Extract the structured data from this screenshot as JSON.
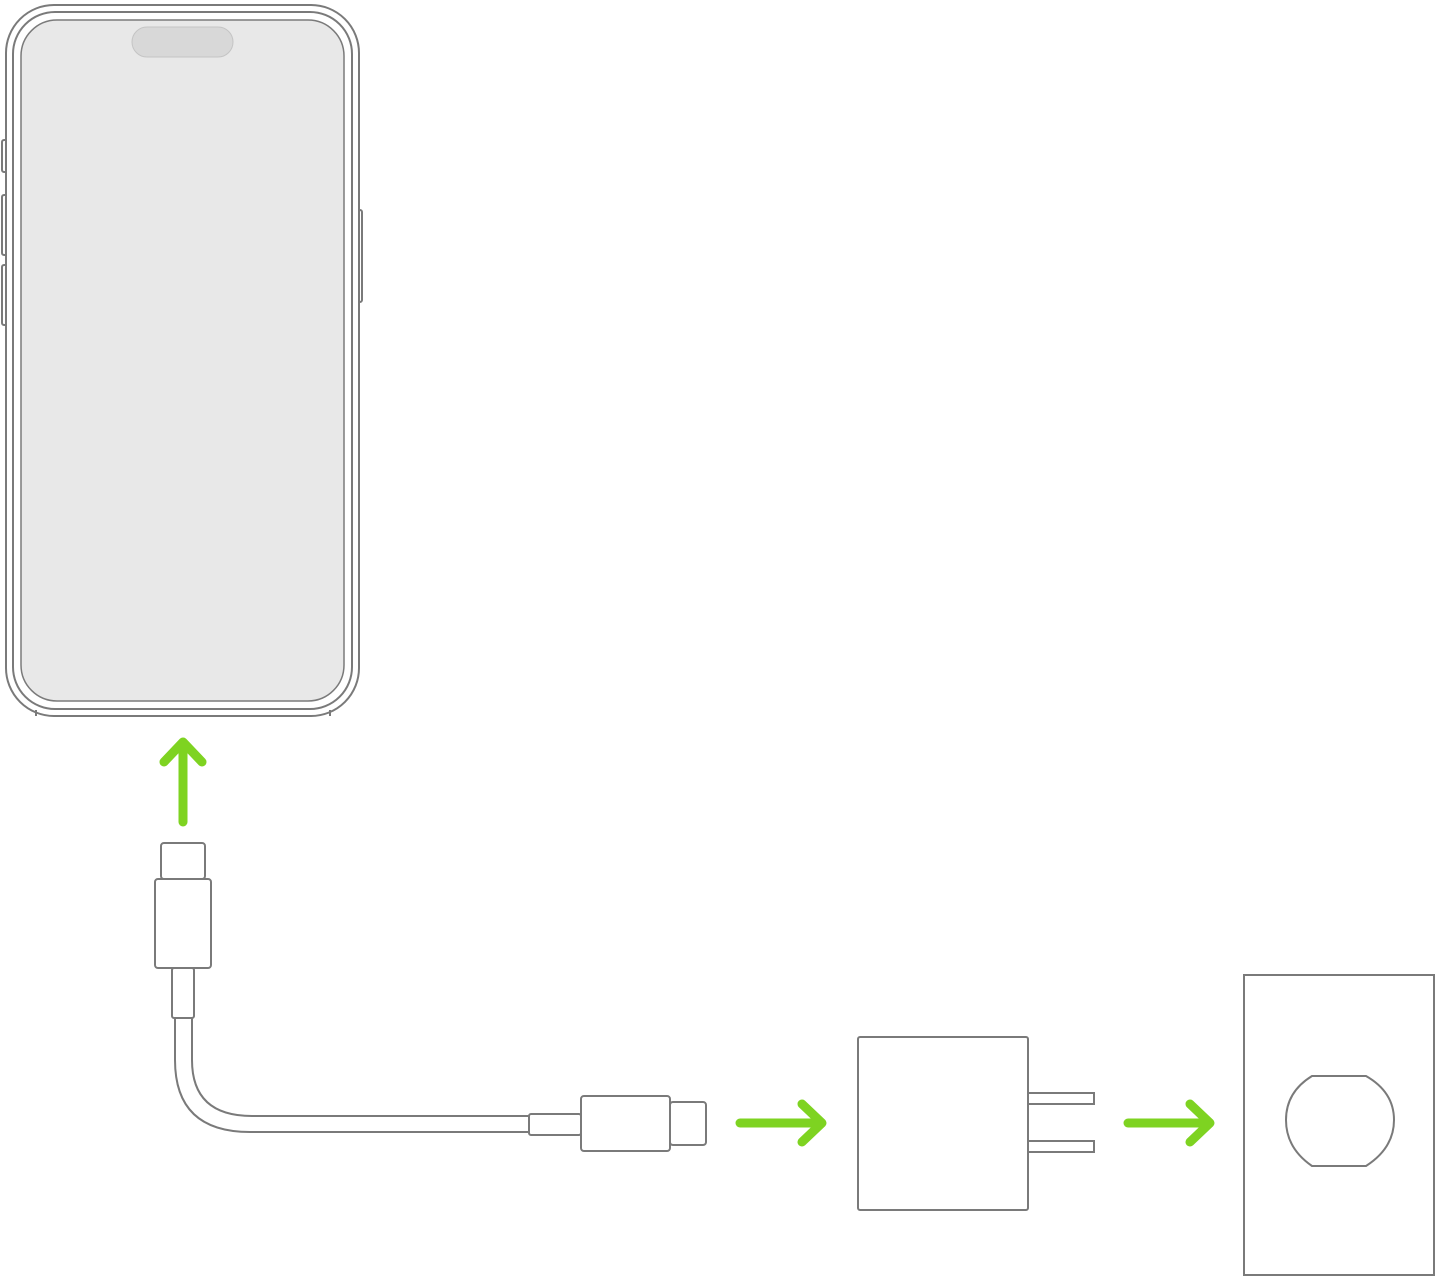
{
  "illustration": {
    "components": [
      {
        "id": "iphone",
        "icon": "iphone-icon"
      },
      {
        "id": "usb-c-cable",
        "icon": "usb-c-cable-icon"
      },
      {
        "id": "power-adapter",
        "icon": "power-adapter-icon"
      },
      {
        "id": "wall-outlet",
        "icon": "wall-outlet-icon"
      }
    ],
    "connection_arrows": [
      {
        "from": "usb-c-cable",
        "to": "iphone",
        "direction": "up"
      },
      {
        "from": "usb-c-cable",
        "to": "power-adapter",
        "direction": "right"
      },
      {
        "from": "power-adapter",
        "to": "wall-outlet",
        "direction": "right"
      }
    ],
    "colors": {
      "arrow": "#7ed321",
      "outline": "#7a7a7a",
      "screen": "#e8e8e8",
      "background": "#ffffff"
    }
  }
}
